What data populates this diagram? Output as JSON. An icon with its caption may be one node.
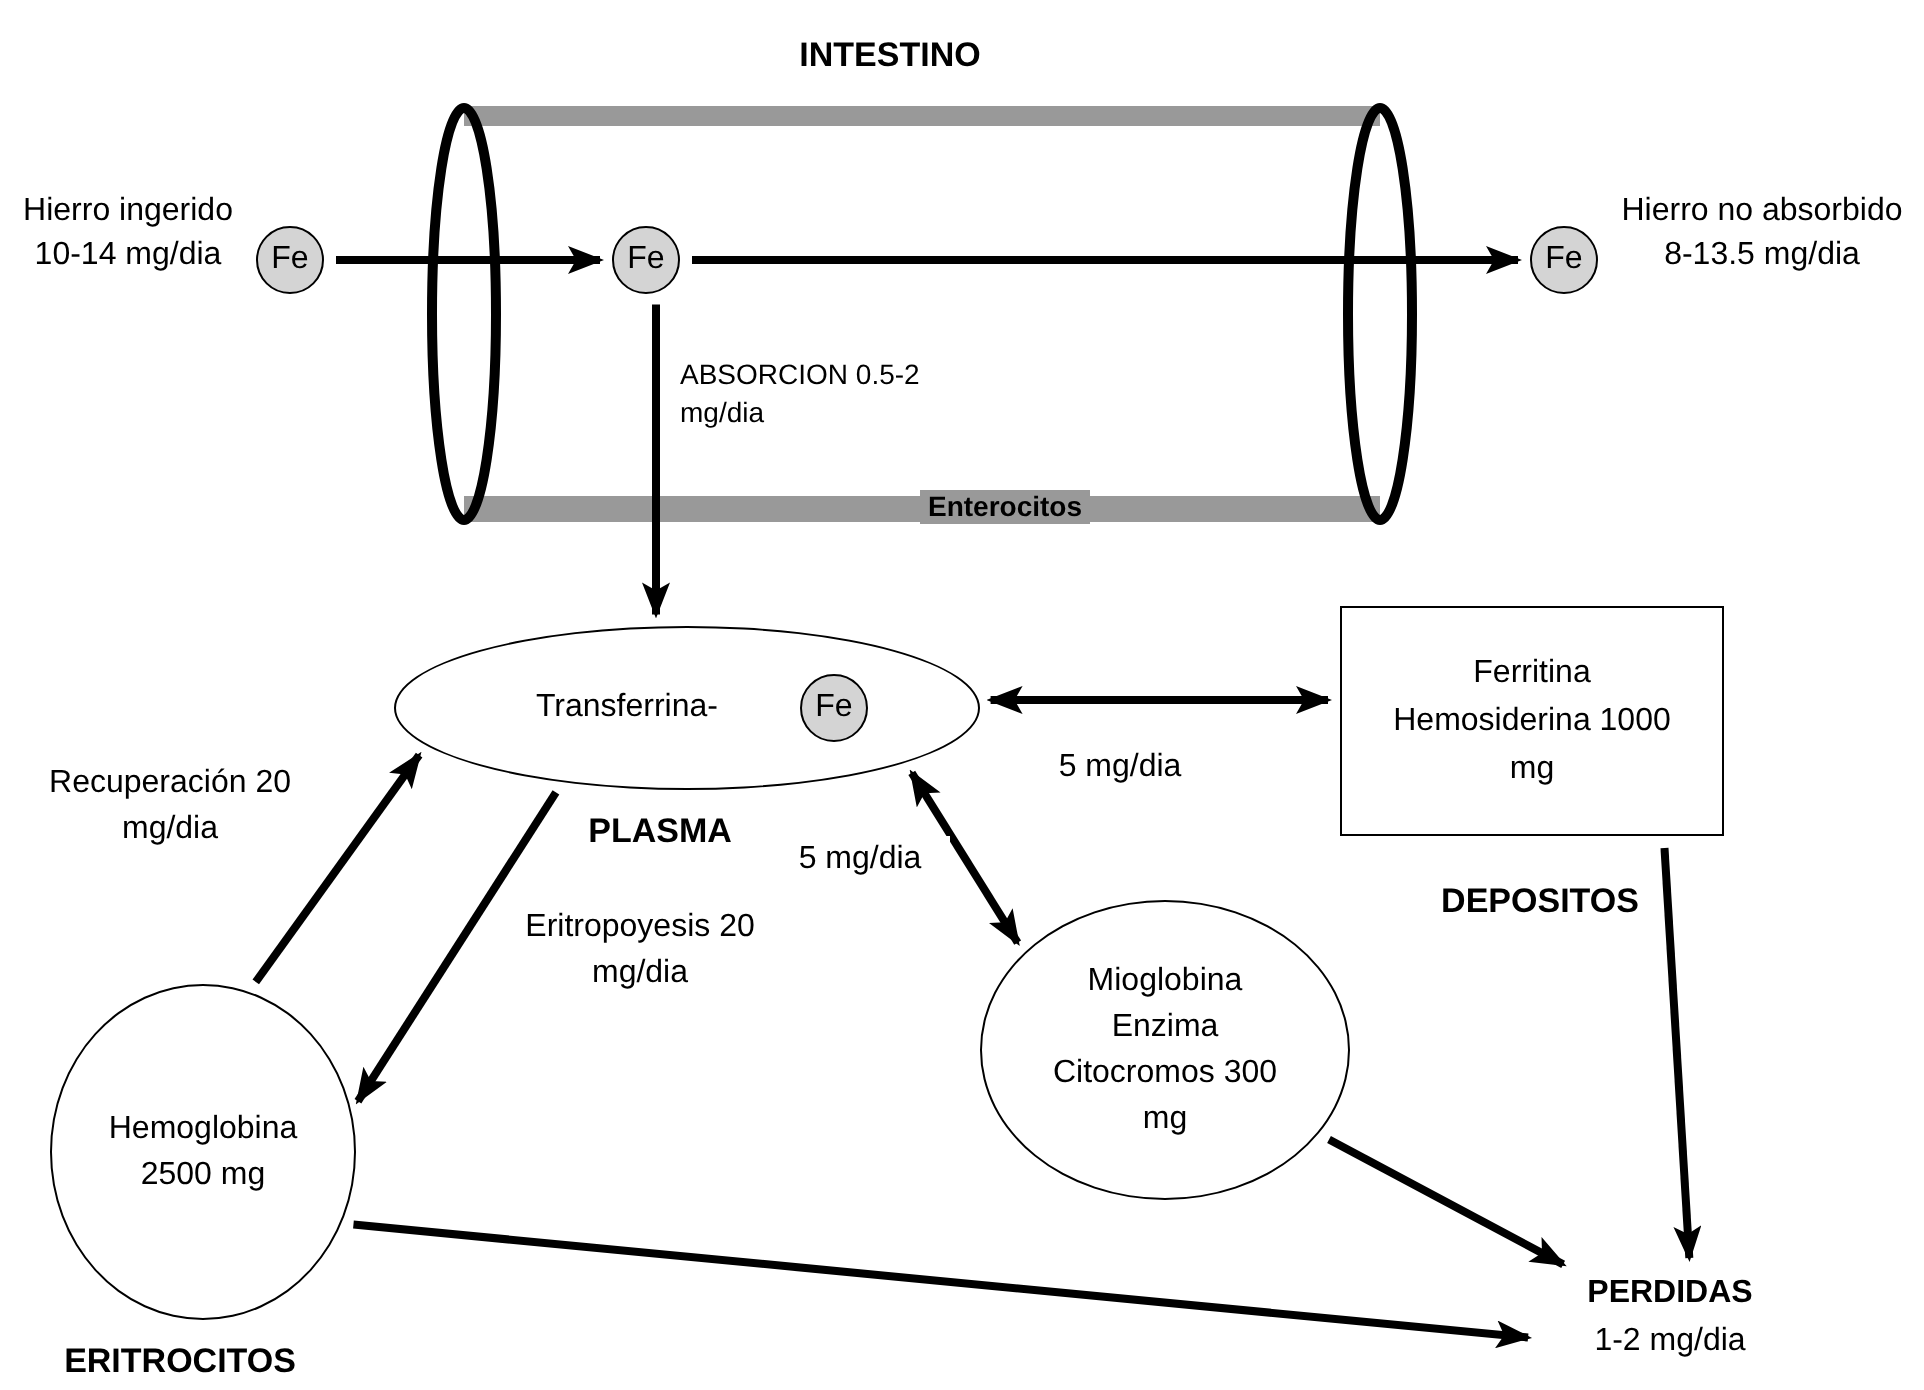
{
  "diagram": {
    "nodes": [
      {
        "text": [
          "INTESTINO",
          "Enterocitos"
        ]
      },
      {
        "text": [
          "Fe"
        ],
        "beside": [
          "Hierro ingerido 10-14 mg/dia"
        ]
      },
      {
        "text": [
          "Fe"
        ],
        "in": 0
      },
      {
        "text": [
          "Fe"
        ],
        "beside": [
          "Hierro no absorbido 8-13.5 mg/dia"
        ]
      },
      {
        "text": [
          "Transferrina-"
        ],
        "beside": [
          "PLASMA"
        ]
      },
      {
        "text": [
          "Fe"
        ],
        "in": 4
      },
      {
        "text": [
          "Ferritina Hemosiderina 1000 mg"
        ],
        "beside": [
          "DEPOSITOS"
        ]
      },
      {
        "text": [
          "Mioglobina Enzima Citocromos 300 mg"
        ]
      },
      {
        "text": [
          "Hemoglobina 2500 mg"
        ],
        "beside": [
          "ERITROCITOS"
        ]
      },
      {
        "text": [
          "PERDIDAS",
          "1-2 mg/dia"
        ]
      }
    ],
    "edges": [
      {
        "from": 1,
        "to": 2,
        "arrow": "to"
      },
      {
        "from": 2,
        "to": 3,
        "arrow": "to"
      },
      {
        "from": 2,
        "to": 4,
        "arrow": "to",
        "label": "ABSORCION 0.5-2 mg/dia"
      },
      {
        "from": 4,
        "to": 6,
        "arrow": "both",
        "label": "5 mg/dia"
      },
      {
        "from": 4,
        "to": 7,
        "arrow": "both",
        "label": "5 mg/dia"
      },
      {
        "from": 8,
        "to": 4,
        "arrow": "to",
        "label": "Recuperación 20 mg/dia"
      },
      {
        "from": 4,
        "to": 8,
        "arrow": "to",
        "label": "Eritropoyesis 20 mg/dia"
      },
      {
        "from": 6,
        "to": 9,
        "arrow": "to"
      },
      {
        "from": 7,
        "to": 9,
        "arrow": "to"
      },
      {
        "from": 8,
        "to": 9,
        "arrow": "to"
      }
    ]
  }
}
